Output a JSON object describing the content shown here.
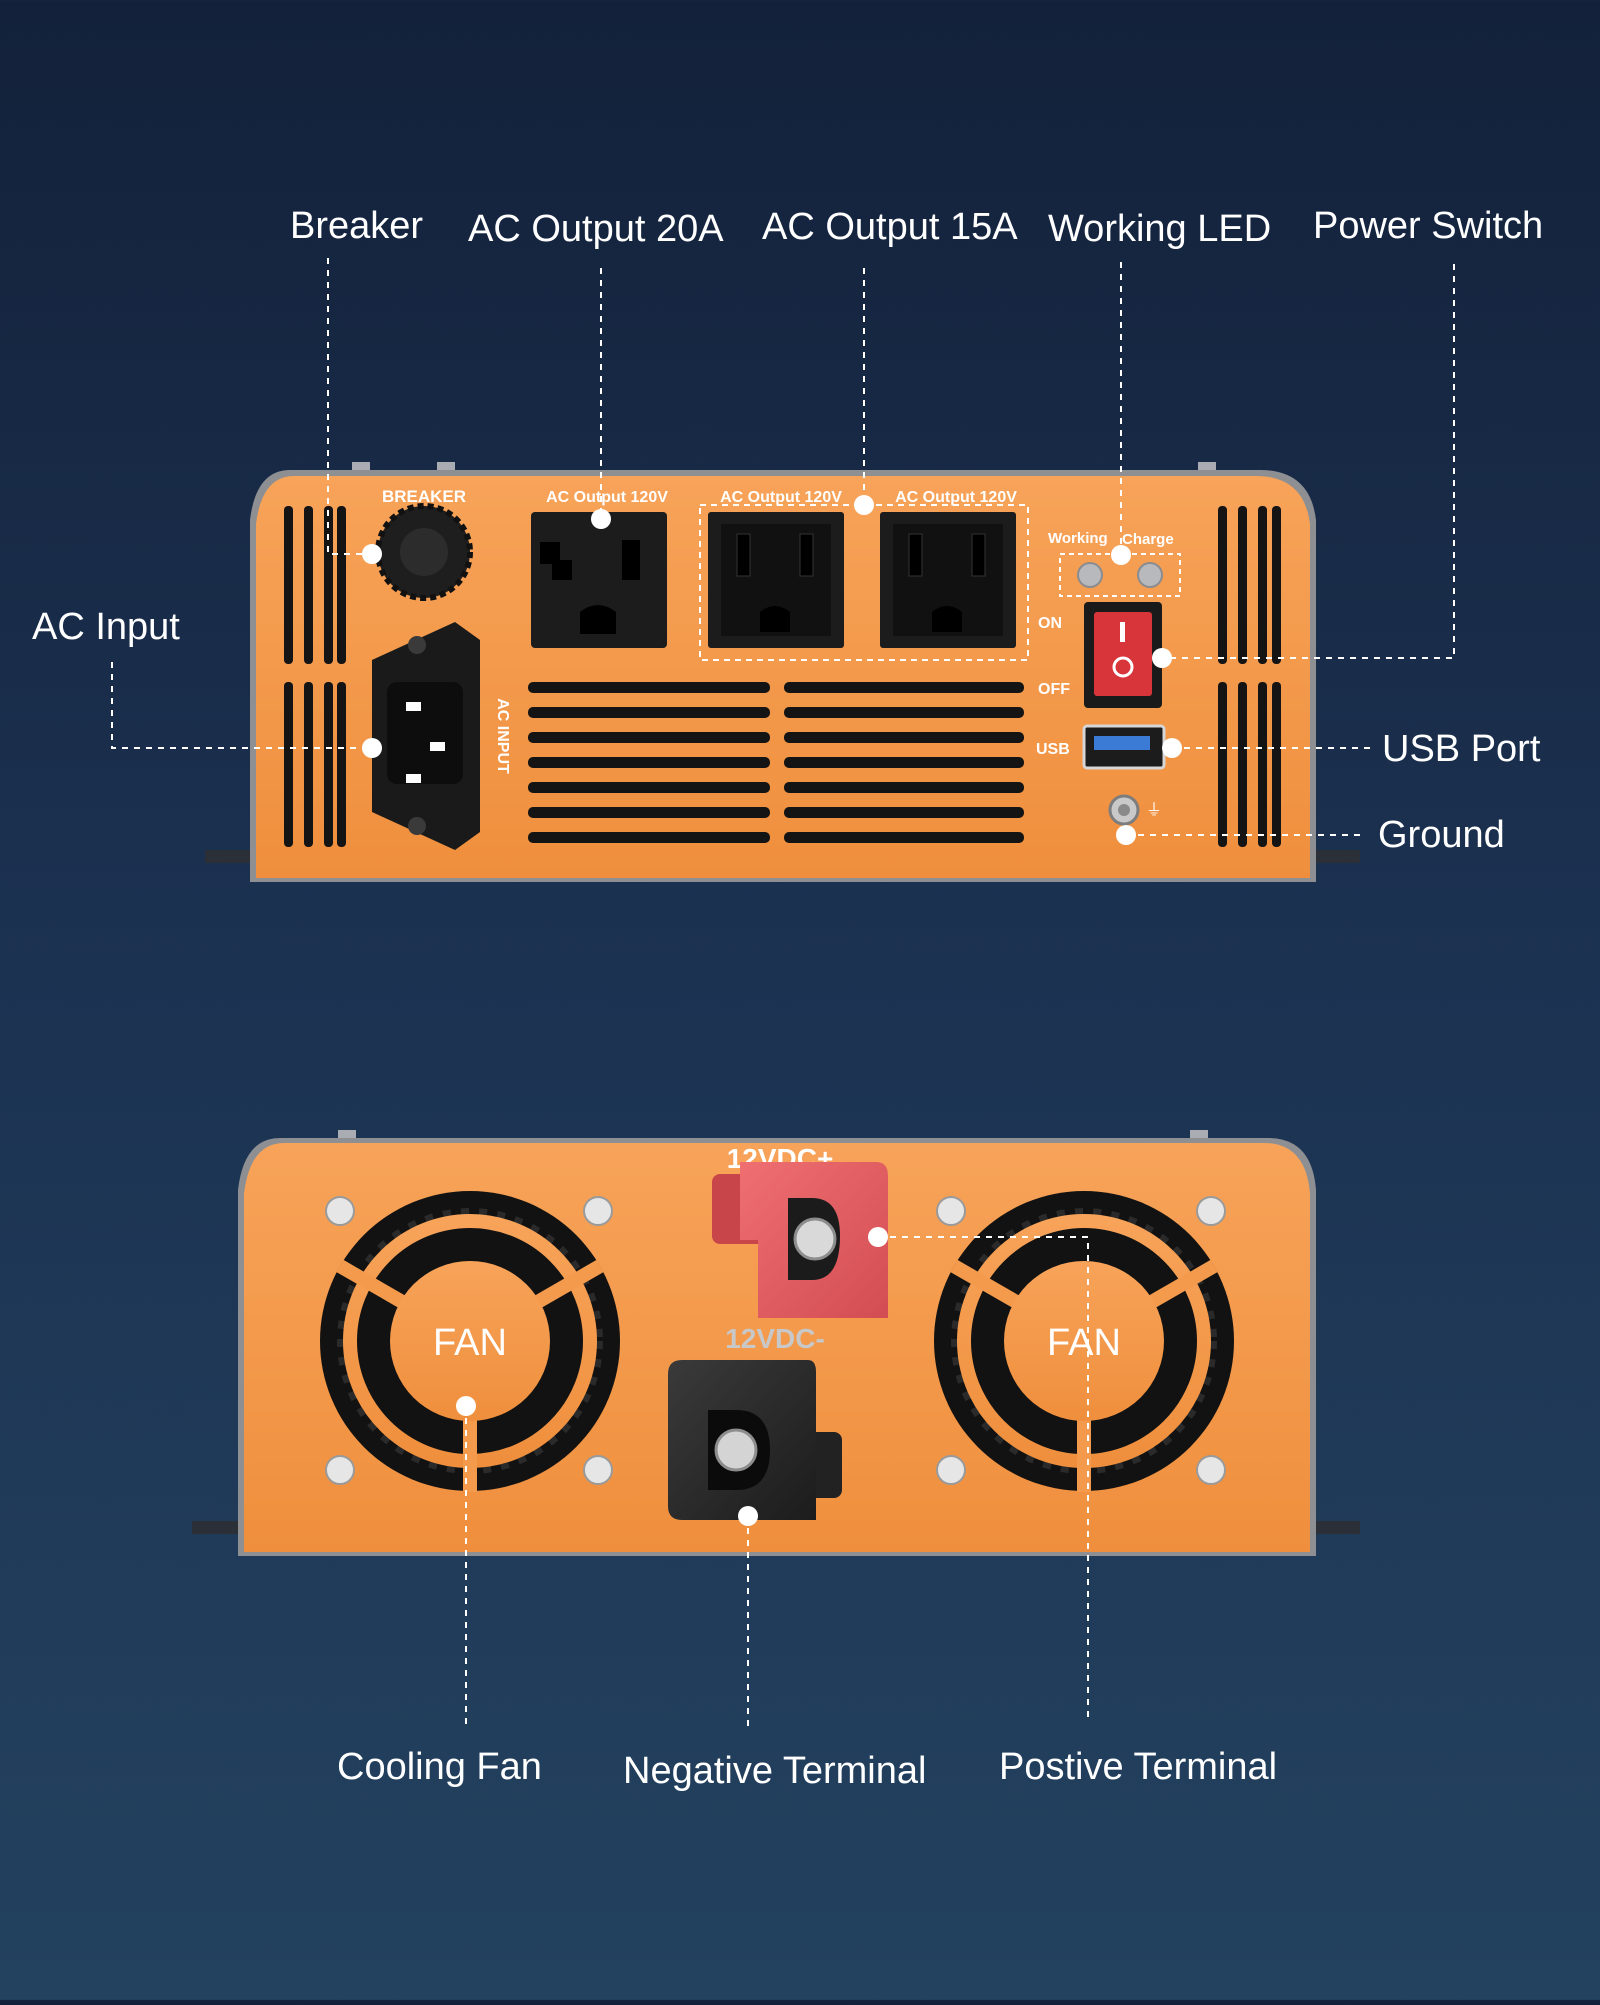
{
  "callouts": {
    "breaker": "Breaker",
    "ac_output_20a": "AC Output 20A",
    "ac_output_15a": "AC Output 15A",
    "working_led": "Working LED",
    "power_switch": "Power Switch",
    "ac_input": "AC Input",
    "usb_port": "USB Port",
    "ground": "Ground",
    "cooling_fan": "Cooling Fan",
    "negative_terminal": "Negative Terminal",
    "positive_terminal": "Postive Terminal"
  },
  "front_panel": {
    "breaker_label": "BREAKER",
    "ac_output_label_1": "AC Output 120V",
    "ac_output_label_2": "AC Output 120V",
    "ac_output_label_3": "AC Output 120V",
    "ac_input_label": "AC INPUT",
    "working_label": "Working",
    "charge_label": "Charge",
    "on_label": "ON",
    "off_label": "OFF",
    "usb_label": "USB",
    "ground_symbol": "⏚"
  },
  "rear_panel": {
    "fan_left_label": "FAN",
    "fan_right_label": "FAN",
    "positive_label": "12VDC+",
    "negative_label": "12VDC-"
  },
  "colors": {
    "background_top": "#13213a",
    "background_bottom": "#23425f",
    "housing_orange": "#f39a4c",
    "positive_red": "#e15f63",
    "negative_black": "#2b2b2b"
  }
}
